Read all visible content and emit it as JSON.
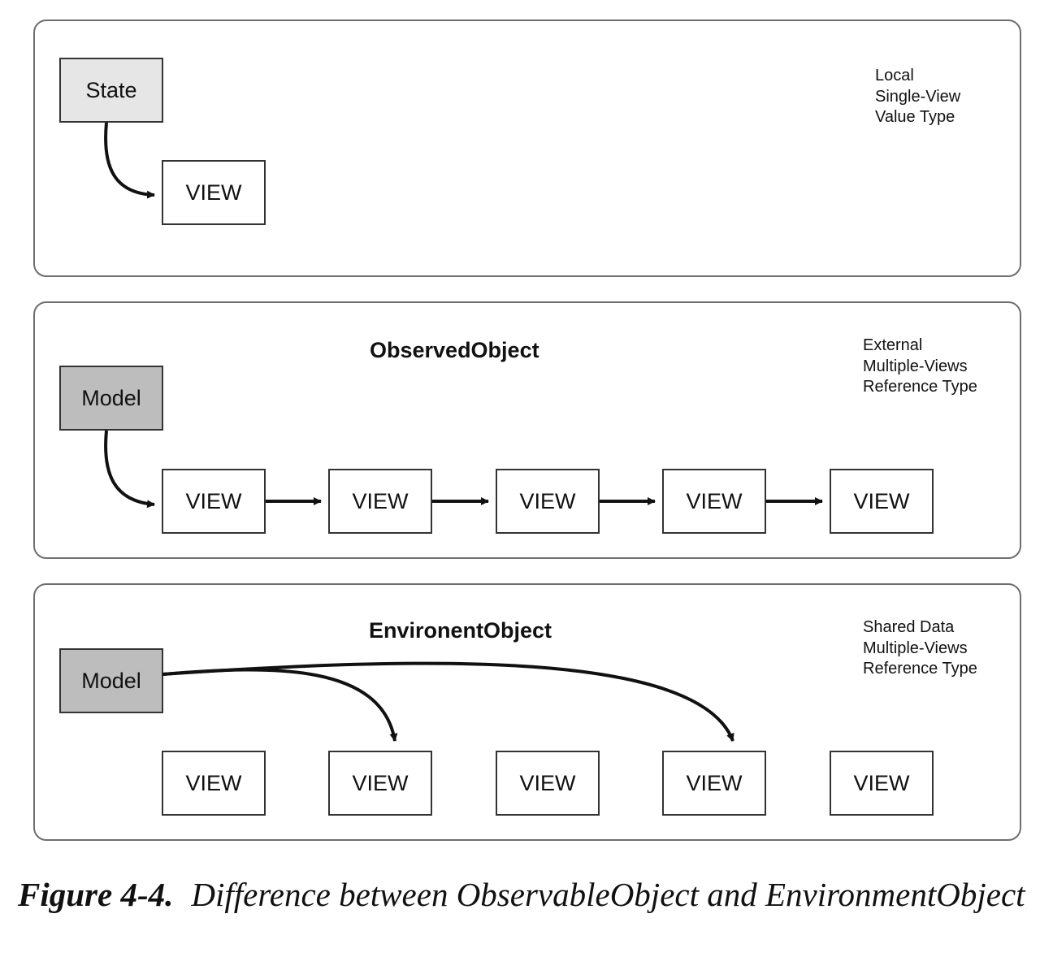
{
  "panels": {
    "state": {
      "source_label": "State",
      "view_label": "VIEW",
      "note": [
        "Local",
        "Single-View",
        "Value Type"
      ]
    },
    "observed": {
      "title": "ObservedObject",
      "source_label": "Model",
      "views": [
        "VIEW",
        "VIEW",
        "VIEW",
        "VIEW",
        "VIEW"
      ],
      "note": [
        "External",
        "Multiple-Views",
        "Reference Type"
      ]
    },
    "environment": {
      "title": "EnvironentObject",
      "source_label": "Model",
      "views": [
        "VIEW",
        "VIEW",
        "VIEW",
        "VIEW",
        "VIEW"
      ],
      "note": [
        "Shared Data",
        "Multiple-Views",
        "Reference Type"
      ]
    }
  },
  "caption": {
    "label": "Figure 4-4.",
    "text": "Difference between ObservableObject and EnvironmentObject"
  }
}
